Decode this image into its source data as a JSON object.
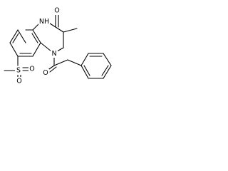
{
  "diagram": {
    "type": "chemical-structure",
    "atoms": {
      "nh": "NH",
      "o_carbonyl": "O",
      "methyl": "",
      "n_ring": "N",
      "o_acyl": "O",
      "s": "S",
      "o_s1": "O",
      "o_s2": "O"
    }
  }
}
